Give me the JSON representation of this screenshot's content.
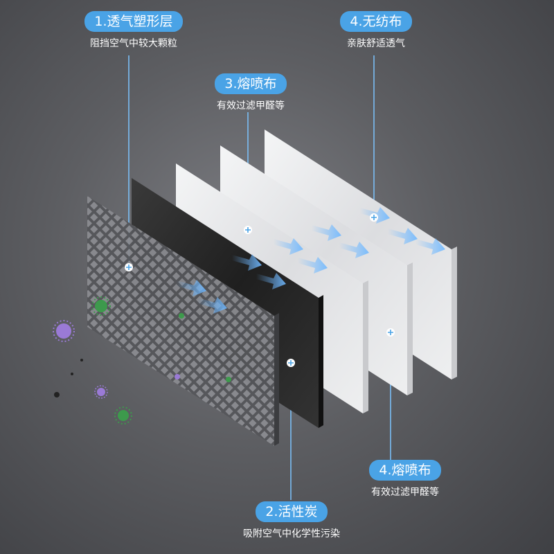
{
  "callouts": {
    "layer1": {
      "title": "1.透气塑形层",
      "desc": "阻挡空气中较大颗粒"
    },
    "layer4_top": {
      "title": "4.无纺布",
      "desc": "亲肤舒适透气"
    },
    "layer3": {
      "title": "3.熔喷布",
      "desc": "有效过滤甲醛等"
    },
    "layer4_bottom": {
      "title": "4.熔喷布",
      "desc": "有效过滤甲醛等"
    },
    "layer2": {
      "title": "2.活性炭",
      "desc": "吸附空气中化学性污染"
    }
  },
  "colors": {
    "accent": "#4aa3e6",
    "background": "#55565a",
    "mesh_layer": "#6e6f73",
    "carbon_layer": "#2b2b2b",
    "fabric_layer": "#e9eaeb",
    "particle_purple": "#9a7ad6",
    "particle_green": "#3d9a4c"
  }
}
